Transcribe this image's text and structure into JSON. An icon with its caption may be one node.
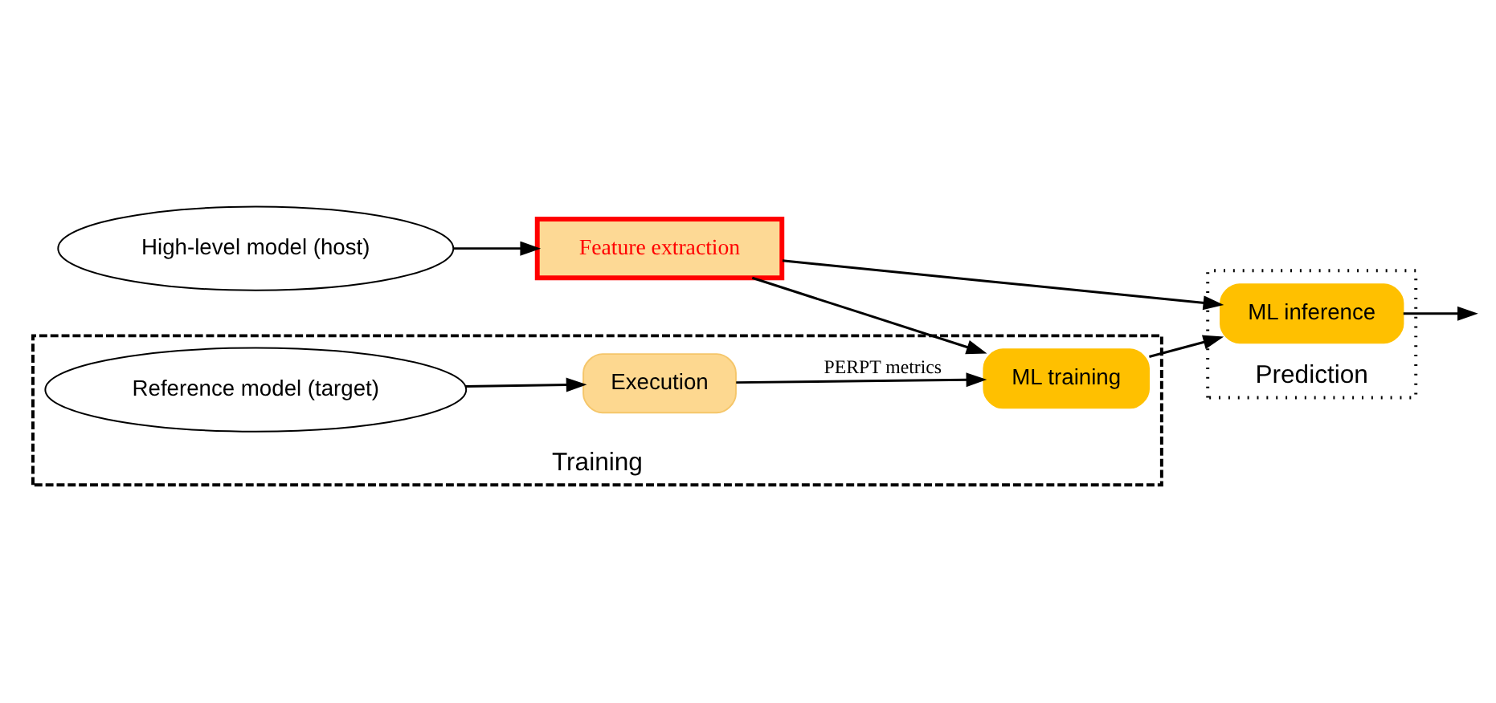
{
  "diagram": {
    "nodes": [
      {
        "text": [
          "Training"
        ]
      },
      {
        "text": [
          "Prediction"
        ]
      },
      {
        "text": [
          "High-level model (host)"
        ]
      },
      {
        "text": [
          "Feature extraction"
        ]
      },
      {
        "text": [
          "ML training"
        ],
        "in": 0
      },
      {
        "text": [
          "ML inference"
        ],
        "in": 1
      },
      {
        "text": [
          "Reference model (target)"
        ],
        "in": 0
      },
      {
        "text": [
          "Execution"
        ],
        "in": 0
      }
    ],
    "edges": [
      {
        "from": 2,
        "to": 3,
        "arrow": "to"
      },
      {
        "from": 3,
        "to": 4,
        "arrow": "to"
      },
      {
        "from": 3,
        "to": 5,
        "arrow": "to"
      },
      {
        "from": 6,
        "to": 7,
        "arrow": "to"
      },
      {
        "from": 7,
        "to": 4,
        "arrow": "to",
        "label": "PERPT metrics"
      },
      {
        "from": 4,
        "to": 5,
        "arrow": "to"
      },
      {
        "from": 5,
        "to": null,
        "arrow": "to"
      }
    ]
  }
}
